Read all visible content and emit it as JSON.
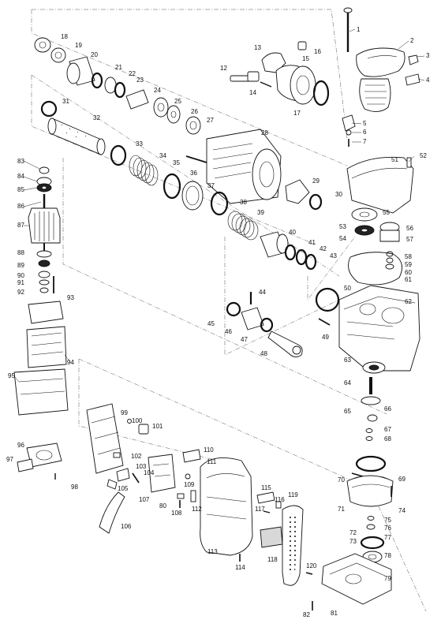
{
  "diagram": {
    "callouts": [
      "1",
      "2",
      "3",
      "4",
      "5",
      "6",
      "7",
      "12",
      "13",
      "14",
      "15",
      "16",
      "17",
      "18",
      "19",
      "20",
      "21",
      "22",
      "23",
      "24",
      "25",
      "26",
      "27",
      "28",
      "29",
      "30",
      "31",
      "32",
      "33",
      "34",
      "35",
      "36",
      "37",
      "38",
      "39",
      "40",
      "41",
      "42",
      "43",
      "44",
      "45",
      "46",
      "47",
      "48",
      "49",
      "50",
      "51",
      "52",
      "53",
      "54",
      "55",
      "56",
      "57",
      "58",
      "59",
      "60",
      "61",
      "62",
      "63",
      "64",
      "65",
      "66",
      "67",
      "68",
      "69",
      "70",
      "71",
      "72",
      "73",
      "74",
      "75",
      "76",
      "77",
      "78",
      "79",
      "80",
      "81",
      "82",
      "83",
      "84",
      "85",
      "86",
      "87",
      "88",
      "89",
      "90",
      "91",
      "92",
      "93",
      "94",
      "95",
      "96",
      "97",
      "98",
      "99",
      "100",
      "101",
      "102",
      "103",
      "104",
      "105",
      "106",
      "107",
      "108",
      "109",
      "110",
      "111",
      "112",
      "113",
      "114",
      "115",
      "116",
      "117",
      "118",
      "119",
      "120"
    ]
  }
}
